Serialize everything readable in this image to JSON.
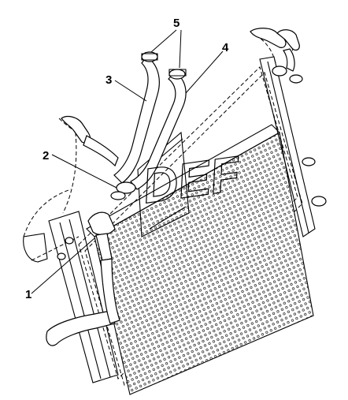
{
  "diagram": {
    "callouts": [
      {
        "id": "1",
        "label": "1"
      },
      {
        "id": "2",
        "label": "2"
      },
      {
        "id": "3",
        "label": "3"
      },
      {
        "id": "4",
        "label": "4"
      },
      {
        "id": "5",
        "label": "5"
      }
    ],
    "watermark": "DEF"
  }
}
